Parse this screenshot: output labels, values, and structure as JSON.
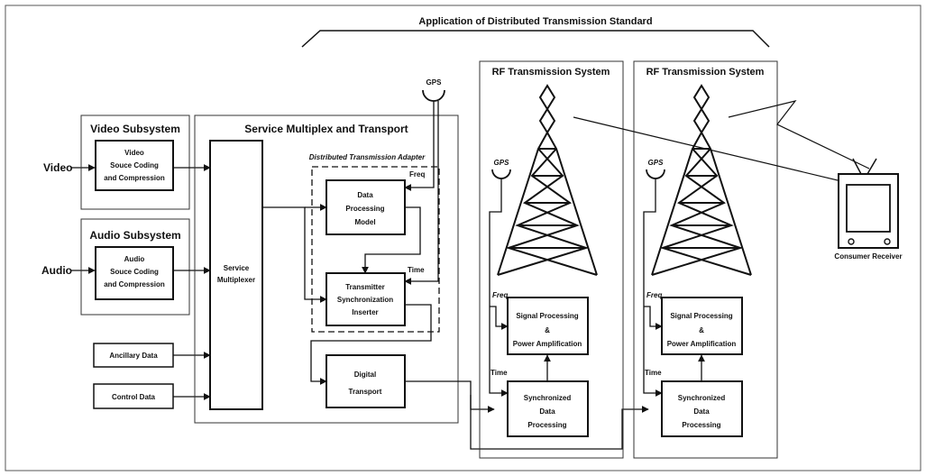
{
  "title": "Application of Distributed Transmission Standard",
  "inputs": {
    "video": "Video",
    "audio": "Audio"
  },
  "video_subsystem": {
    "label": "Video Subsystem",
    "box_line1": "Video",
    "box_line2": "Souce Coding",
    "box_line3": "and Compression"
  },
  "audio_subsystem": {
    "label": "Audio Subsystem",
    "box_line1": "Audio",
    "box_line2": "Souce Coding",
    "box_line3": "and Compression"
  },
  "ancillary_data": "Ancillary Data",
  "control_data": "Control Data",
  "service_mux_transport": {
    "label": "Service Multiplex and Transport",
    "multiplexer_line1": "Service",
    "multiplexer_line2": "Multiplexer",
    "digital_transport_line1": "Digital",
    "digital_transport_line2": "Transport"
  },
  "adapter": {
    "label": "Distributed Transmission Adapter",
    "data_processing_line1": "Data",
    "data_processing_line2": "Processing",
    "data_processing_line3": "Model",
    "tsi_line1": "Transmitter",
    "tsi_line2": "Synchronization",
    "tsi_line3": "Inserter",
    "freq": "Freq",
    "time": "Time"
  },
  "gps": "GPS",
  "rf_systems": [
    {
      "label": "RF Transmission System",
      "freq": "Freq",
      "time": "Time",
      "gps": "GPS",
      "signal_line1": "Signal Processing",
      "signal_line2": "&",
      "signal_line3": "Power Amplification",
      "sync_line1": "Synchronized",
      "sync_line2": "Data",
      "sync_line3": "Processing"
    },
    {
      "label": "RF Transmission System",
      "freq": "Freq",
      "time": "Time",
      "gps": "GPS",
      "signal_line1": "Signal Processing",
      "signal_line2": "&",
      "signal_line3": "Power Amplification",
      "sync_line1": "Synchronized",
      "sync_line2": "Data",
      "sync_line3": "Processing"
    }
  ],
  "consumer_receiver": "Consumer Receiver"
}
